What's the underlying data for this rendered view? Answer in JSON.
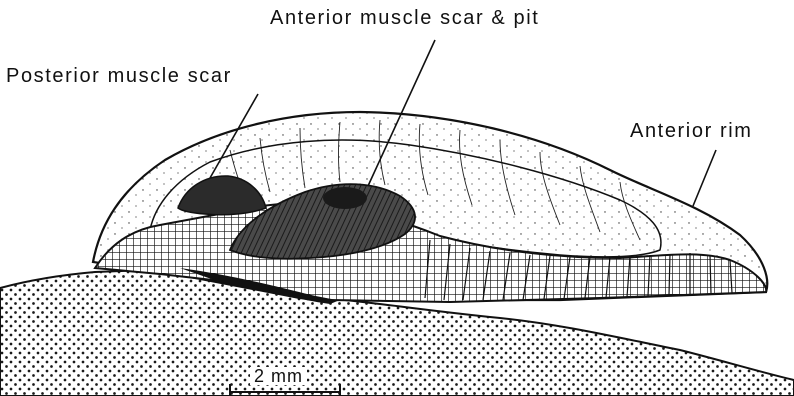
{
  "labels": {
    "anterior_muscle": "Anterior  muscle scar & pit",
    "posterior_muscle": "Posterior muscle scar",
    "anterior_rim": "Anterior rim",
    "scale": "2 mm"
  }
}
